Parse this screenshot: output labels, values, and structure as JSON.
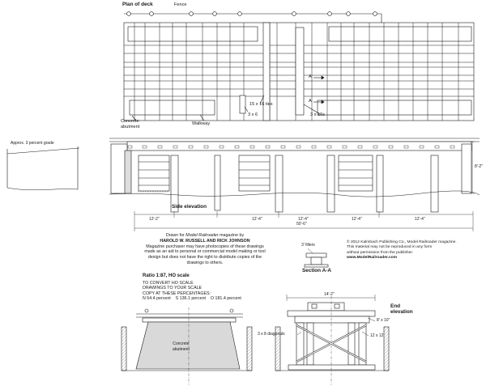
{
  "plan": {
    "title": "Plan of deck",
    "fence": "Fence",
    "ties": "15 x 16 ties",
    "post_a": "3 x 6",
    "post_b": "3 x 16s",
    "concrete": "Concrete\nabutment",
    "walkway": "Walkway",
    "section_mark": "A"
  },
  "grade": {
    "label": "Approx. 3 percent grade"
  },
  "side": {
    "title": "Side elevation",
    "height": "8'-2\"",
    "spans": [
      "12'-2\"",
      "12'-4\"",
      "12'-4\"",
      "12'-4\"",
      "12'-4\""
    ],
    "total": "50'-6\""
  },
  "credit": {
    "line1_pre": "Drawn for ",
    "line1_mag": "Model Railroader",
    "line1_post": " magazine by",
    "authors": "HAROLD W. RUSSELL AND RICK JOHNSON",
    "body": "Magazine purchaser may have photocopies of these drawings made as an aid to personal or commercial model making or tool design but does not have the right to distribute copies of the drawings to others."
  },
  "scale": {
    "ratio": "Ratio 1:87, HO scale",
    "convert": "TO CONVERT HO SCALE\nDRAWINGS TO YOUR SCALE\nCOPY AT THESE PERCENTAGES:",
    "percentages": "N 54.4 percent    S 136.1 percent    O 181.4 percent"
  },
  "copyright": {
    "text": "© 2012 Kalmbach Publishing Co., Model Railroader magazine.\nThis material may not be reproduced in any form\nwithout permission from the publisher.",
    "url": "www.ModelRailroader.com"
  },
  "section": {
    "fillers": "3' fillers",
    "title": "Section A-A"
  },
  "end": {
    "title": "End\nelevation",
    "width": "14'-2\"",
    "cap": "8' x 10\"",
    "post": "12 x 12",
    "diag": "3 x 8 diagonals",
    "abutment": "Concrete\nabutment"
  }
}
